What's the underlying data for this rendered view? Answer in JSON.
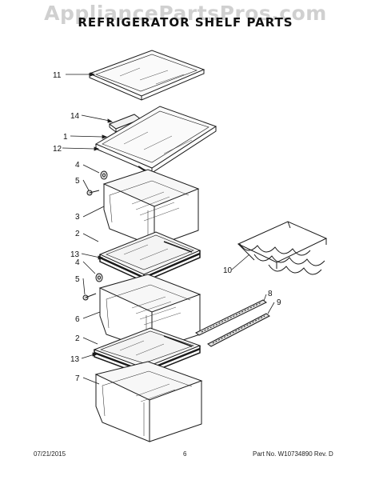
{
  "header": {
    "watermark": "AppliancePartsPros.com",
    "title": "REFRIGERATOR SHELF PARTS"
  },
  "callouts": {
    "c11": "11",
    "c14": "14",
    "c1": "1",
    "c12": "12",
    "c4a": "4",
    "c5a": "5",
    "c3": "3",
    "c2a": "2",
    "c13a": "13",
    "c4b": "4",
    "c5b": "5",
    "c6": "6",
    "c2b": "2",
    "c13b": "13",
    "c7": "7",
    "c10": "10",
    "c8": "8",
    "c9": "9"
  },
  "footer": {
    "date": "07/21/2015",
    "page": "6",
    "part_no": "Part No. W10734890  Rev. D"
  },
  "colors": {
    "line": "#1a1a1a",
    "watermark": "#d0d0d0"
  }
}
